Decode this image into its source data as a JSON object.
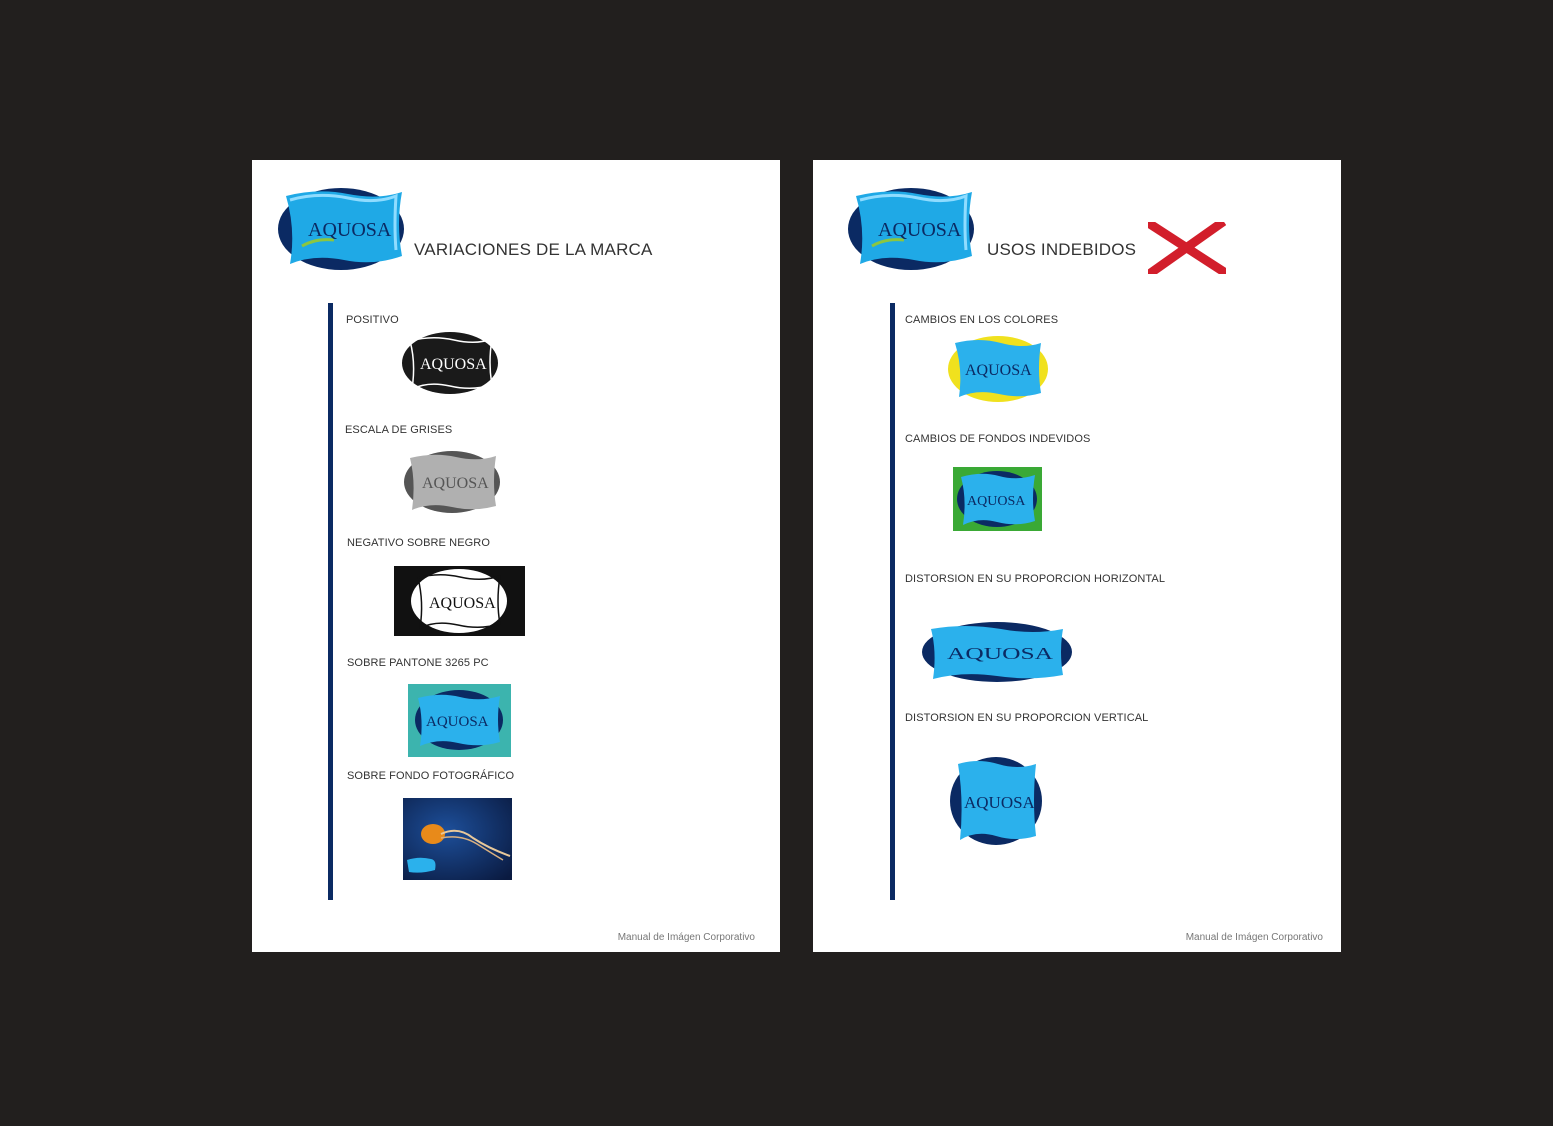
{
  "brand": {
    "logo_text": "AQUOSA",
    "colors": {
      "navy": "#0b2a63",
      "blue_light": "#3fc0f0",
      "blue_mid": "#1a9fde",
      "lime": "#8cc63f",
      "pantone_teal": "#3cb4ae",
      "green_bg": "#3aa935",
      "yellow": "#f0e11e",
      "red_x": "#d21e2b"
    }
  },
  "left_page": {
    "title": "VARIACIONES DE LA MARCA",
    "sections": [
      {
        "label": "POSITIVO"
      },
      {
        "label": "ESCALA DE GRISES"
      },
      {
        "label": "NEGATIVO SOBRE NEGRO"
      },
      {
        "label": "SOBRE PANTONE 3265 PC"
      },
      {
        "label": "SOBRE FONDO FOTOGRÁFICO"
      }
    ],
    "footer": "Manual de Imágen Corporativo"
  },
  "right_page": {
    "title": "USOS INDEBIDOS",
    "x_icon": "red-x-icon",
    "sections": [
      {
        "label": "CAMBIOS EN LOS COLORES"
      },
      {
        "label": "CAMBIOS DE FONDOS INDEVIDOS"
      },
      {
        "label": "DISTORSION EN SU PROPORCION HORIZONTAL"
      },
      {
        "label": "DISTORSION EN SU PROPORCION VERTICAL"
      }
    ],
    "footer": "Manual de Imágen Corporativo"
  }
}
